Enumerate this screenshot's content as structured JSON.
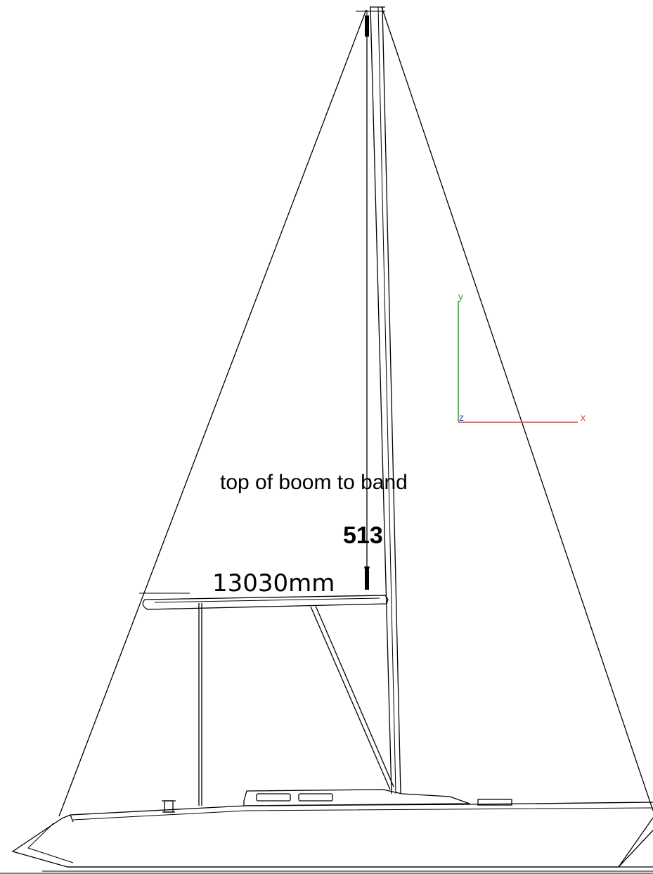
{
  "annotations": {
    "description": "top of boom to band",
    "dimension_value": "513",
    "length": "13030mm"
  },
  "axes": {
    "x_label": "x",
    "y_label": "y",
    "z_label": "z",
    "x_color": "#e8413c",
    "y_color": "#2ea82e",
    "z_color": "#3355dd"
  }
}
